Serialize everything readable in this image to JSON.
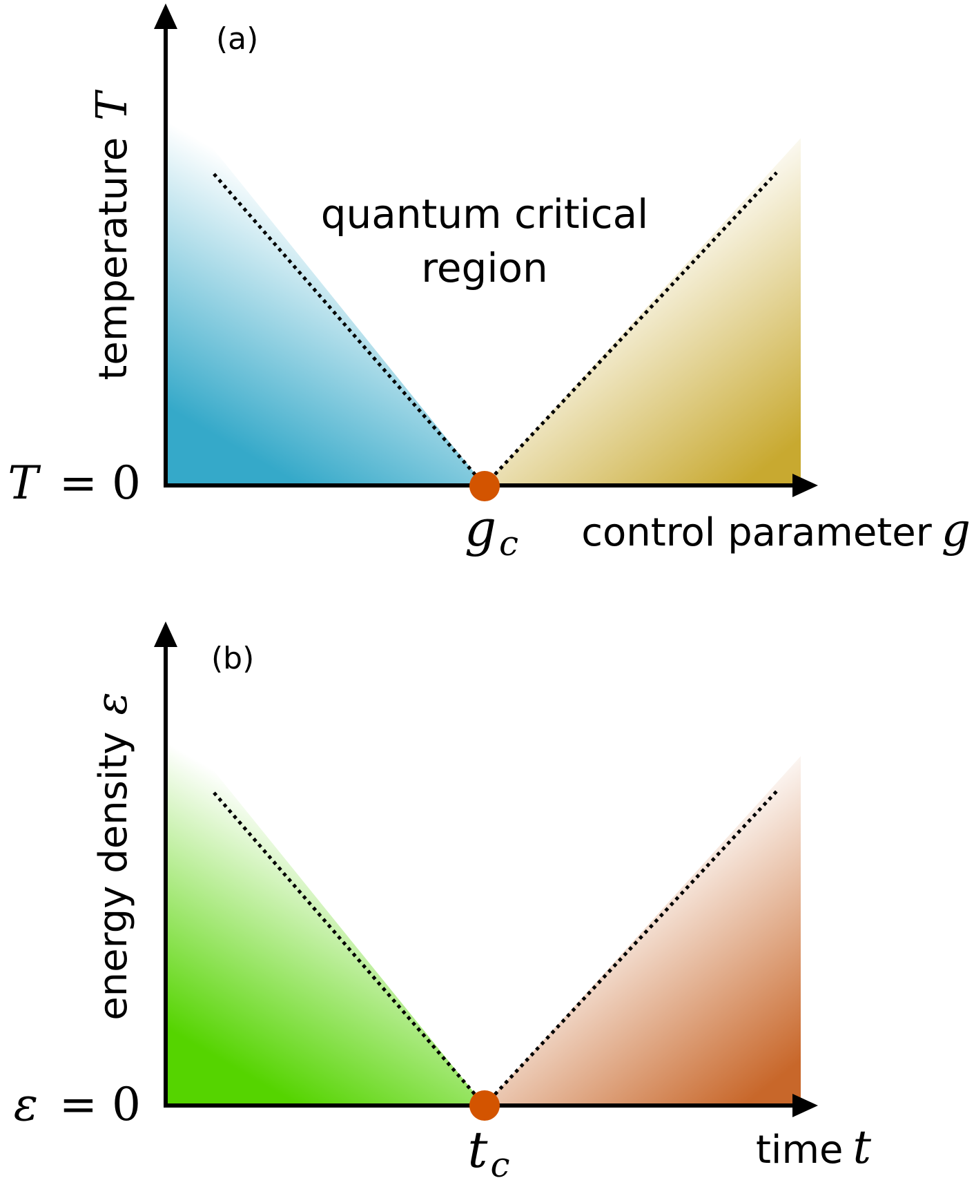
{
  "panel_a": {
    "label": "(a)",
    "y_axis_label": "temperature",
    "y_axis_symbol": "T",
    "origin_label_var": "T",
    "origin_label_eq": "= 0",
    "x_axis_label": "control parameter",
    "x_axis_symbol": "g",
    "critical_point_var": "g",
    "critical_point_sub": "c",
    "region_label_line1": "quantum critical",
    "region_label_line2": "region",
    "colors": {
      "left": "#35a9c9",
      "right": "#c8a930",
      "point": "#d35400"
    }
  },
  "panel_b": {
    "label": "(b)",
    "y_axis_label": "energy density",
    "y_axis_symbol": "ε",
    "origin_label_var": "ε",
    "origin_label_eq": "= 0",
    "x_axis_label": "time",
    "x_axis_symbol": "t",
    "critical_point_var": "t",
    "critical_point_sub": "c",
    "colors": {
      "left": "#55d400",
      "right": "#c8672a",
      "point": "#d35400"
    }
  }
}
